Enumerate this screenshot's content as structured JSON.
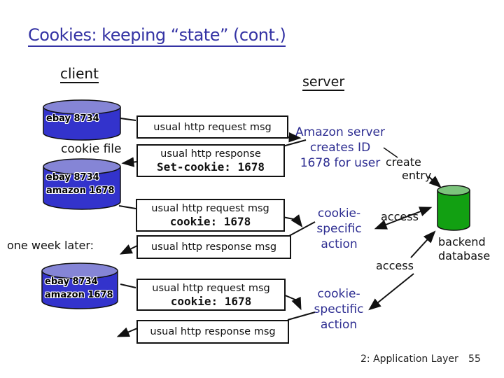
{
  "title": "Cookies: keeping “state” (cont.)",
  "columns": {
    "client": "client",
    "server": "server"
  },
  "client_side": {
    "cookie_file_label": "cookie file",
    "one_week_later": "one week later:",
    "cylinders": [
      {
        "lines": [
          "ebay 8734"
        ]
      },
      {
        "lines": [
          "ebay 8734",
          "amazon 1678"
        ]
      },
      {
        "lines": [
          "ebay 8734",
          "amazon 1678"
        ]
      }
    ]
  },
  "messages": [
    {
      "line1": "usual http request msg"
    },
    {
      "line1": "usual http response",
      "line2": "Set-cookie: 1678"
    },
    {
      "line1": "usual http request msg",
      "line2": "cookie: 1678"
    },
    {
      "line1": "usual http response msg"
    },
    {
      "line1": "usual http request msg",
      "line2": "cookie: 1678"
    },
    {
      "line1": "usual http response msg"
    }
  ],
  "server_side": {
    "amazon_note": [
      "Amazon server",
      "creates ID",
      "1678 for user"
    ],
    "create_entry": [
      "create",
      "entry"
    ],
    "cookie_specific_action": [
      "cookie-",
      "specific",
      "action"
    ],
    "access_upper": "access",
    "access_lower": "access",
    "backend_database": [
      "backend",
      "database"
    ],
    "cookie_spectific_action": [
      "cookie-",
      "spectific",
      "action"
    ]
  },
  "footer": {
    "label": "2: Application Layer",
    "page": "55"
  },
  "colors": {
    "title_blue": "#3433a4",
    "navy_text": "#2d2d91",
    "cylinder_blue_body": "#3333cc",
    "cylinder_blue_top": "#8585d6",
    "cylinder_green_body": "#12a012",
    "cylinder_green_top": "#7cc47c",
    "line_black": "#111111"
  }
}
